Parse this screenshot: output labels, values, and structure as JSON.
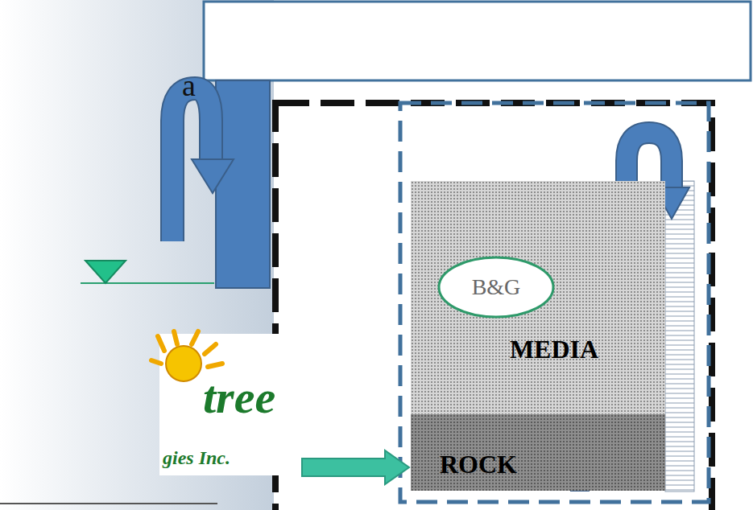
{
  "diagram": {
    "nodes": [
      {
        "text": [
          "MEDIA"
        ]
      },
      {
        "text": [
          "B&G"
        ],
        "in": 0
      },
      {
        "text": [
          "ROCK"
        ]
      }
    ],
    "edges": [
      {
        "from": 2,
        "to": 0,
        "arrow": "to"
      }
    ],
    "labels": [
      "a",
      "tree",
      "gies Inc."
    ]
  }
}
